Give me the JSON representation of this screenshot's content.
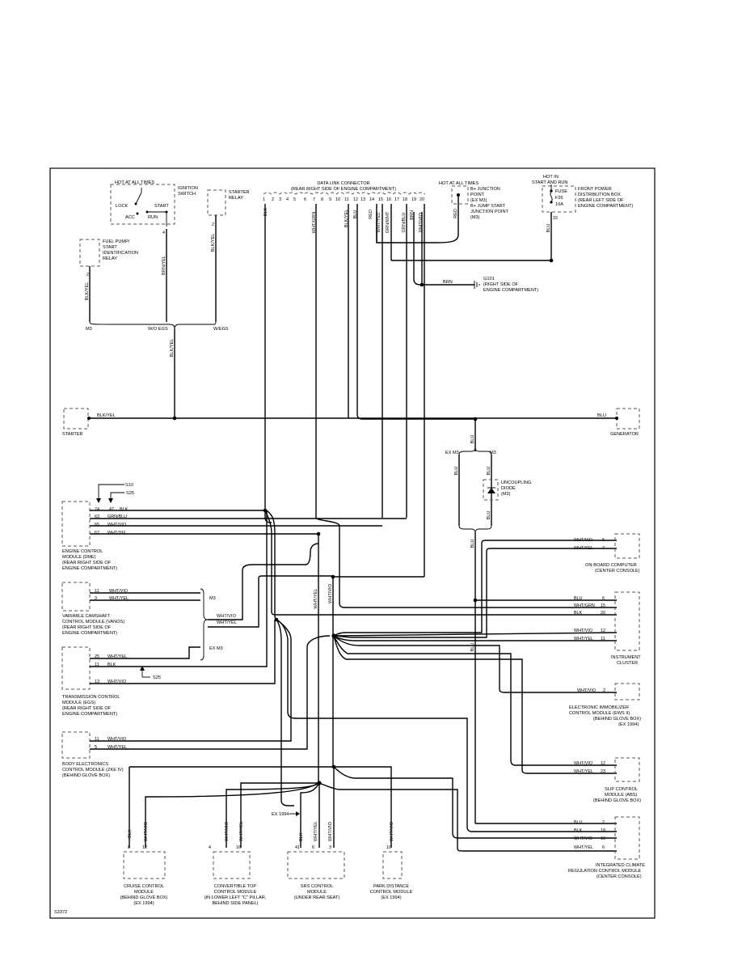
{
  "diagram": {
    "code": "S3372",
    "top": {
      "ignition": {
        "hot": "HOT AT ALL TIMES",
        "name": "IGNITION",
        "name2": "SWITCH",
        "lock": "LOCK",
        "acc": "ACC",
        "start": "START",
        "run": "RUN",
        "pin": "4",
        "wire": "BRN/YEL"
      },
      "starter_relay": {
        "name": "STARTER",
        "name2": "RELAY",
        "pin": "2",
        "wire": "BLK/YEL"
      },
      "fuel_relay": {
        "l1": "FUEL PUMP/",
        "l2": "START",
        "l3": "IDENTIFICATION",
        "l4": "RELAY",
        "pin": "2",
        "wire": "BLK/YEL"
      },
      "dlc": {
        "l1": "DATA LINK CONNECTOR",
        "l2": "(REAR RIGHT SIDE OF ENGINE COMPARTMENT)",
        "pins": [
          "1",
          "2",
          "3",
          "4",
          "5",
          "6",
          "7",
          "8",
          "9",
          "10",
          "11",
          "12",
          "13",
          "14",
          "15",
          "16",
          "17",
          "18",
          "19",
          "20"
        ],
        "wires": {
          "p1": "BLK",
          "p7": "WHT/GRN",
          "p11": "BLK/YEL",
          "p12": "BLU",
          "p14": "RED",
          "p15": "WHT/YEL",
          "p16": "GRN/WHT",
          "p18": "GRN/BLU",
          "p19": "BRN",
          "p20": "WHT/VIO"
        }
      },
      "bplus": {
        "hot": "HOT AT ALL TIMES",
        "l1": "B+ JUNCTION",
        "l2": "POINT",
        "l3": "(EX M3)",
        "l4": "B+ JUMP START",
        "l5": "JUNCTION POINT",
        "l6": "(M3)",
        "wire": "RED"
      },
      "fuse": {
        "hot1": "HOT IN",
        "hot2": "START AND RUN",
        "f1": "FUSE",
        "f2": "F26",
        "f3": "10A",
        "l1": "FRONT POWER",
        "l2": "DISTRIBUTION BOX",
        "l3": "(REAR LEFT SIDE OF",
        "l4": "ENGINE COMPARTMENT)",
        "pin": "15",
        "wire": "BLU"
      },
      "ground": {
        "wire": "BRN",
        "l1": "G101",
        "l2": "(RIGHT SIDE OF",
        "l3": "ENGINE COMPARTMENT)"
      },
      "split": {
        "m3": "M3",
        "woegs": "W/O EGS",
        "wegs": "W/EGS",
        "wire": "BLK/YEL"
      }
    },
    "starter": {
      "name": "STARTER",
      "wire": "BLK/YEL"
    },
    "generator": {
      "name": "GENERATOR",
      "wire": "BLU"
    },
    "diode": {
      "exm3": "EX M3",
      "m3": "M3",
      "w1": "BLU",
      "w2": "BLU",
      "w3": "BLU",
      "w4": "BLU",
      "w5": "BLU",
      "w6": "BLU",
      "l1": "UNCOUPLING",
      "l2": "DIODE",
      "l3": "(M3)"
    },
    "ecm": {
      "l1": "ENGINE CONTROL",
      "l2": "MODULE (DME)",
      "l3": "(REAR RIGHT SIDE OF",
      "l4": "ENGINE COMPARTMENT)",
      "s10": "S10",
      "s25": "S25",
      "pins": [
        {
          "p": "74",
          "p2": "47",
          "w": "BLK"
        },
        {
          "p": "63",
          "w": "GRN/BLU"
        },
        {
          "p": "65",
          "w": "WHT/VIO"
        },
        {
          "p": "67",
          "w": "WHT/YEL"
        }
      ]
    },
    "vanos": {
      "l1": "VARIABLE CAMSHAFT",
      "l2": "CONTROL MODULE (VANOS)",
      "l3": "(REAR RIGHT SIDE OF",
      "l4": "ENGINE COMPARTMENT)",
      "pins": [
        {
          "p": "11",
          "w": "WHT/VIO"
        },
        {
          "p": "3",
          "w": "WHT/YEL"
        }
      ],
      "m3": "M3",
      "exm3": "EX M3",
      "w1": "WHT/VIO",
      "w2": "WHT/YEL"
    },
    "tcm": {
      "l1": "TRANSMISSION CONTROL",
      "l2": "MODULE (EGS)",
      "l3": "(REAR RIGHT SIDE OF",
      "l4": "ENGINE COMPARTMENT)",
      "s25": "S25",
      "pins": [
        {
          "p": "25",
          "w": "WHT/YEL"
        },
        {
          "p": "11",
          "w": "BLK"
        },
        {
          "p": "13",
          "w": "WHT/VIO"
        }
      ]
    },
    "zke": {
      "l1": "BODY ELECTRONICS",
      "l2": "CONTROL MODULE (ZKE IV)",
      "l3": "(BEHIND GLOVE BOX)",
      "pins": [
        {
          "p": "11",
          "w": "WHT/VIO"
        },
        {
          "p": "5",
          "w": "WHT/YEL"
        }
      ]
    },
    "mid_wires": {
      "a": "WHT/YEL",
      "b": "WHT/VIO"
    },
    "obc": {
      "l1": "ON-BOARD COMPUTER",
      "l2": "(CENTER CONSOLE)",
      "pins": [
        {
          "p": "5",
          "w": "WHT/VIO"
        },
        {
          "p": "7",
          "w": "WHT/YEL"
        }
      ]
    },
    "cluster": {
      "l1": "INSTRUMENT",
      "l2": "CLUSTER",
      "pins": [
        {
          "p": "6",
          "w": "BLU"
        },
        {
          "p": "15",
          "w": "WHT/GRN"
        },
        {
          "p": "20",
          "w": "BLK"
        },
        {
          "p": "12",
          "w": "WHT/VIO"
        },
        {
          "p": "11",
          "w": "WHT/YEL"
        }
      ]
    },
    "ews": {
      "l1": "ELECTRONIC IMMOBILIZER",
      "l2": "CONTROL MODULE (EWS II)",
      "l3": "(BEHIND GLOVE BOX)",
      "l4": "(EX 1994)",
      "pin": "2",
      "w": "WHT/VIO"
    },
    "abs": {
      "l1": "SLIP CONTROL",
      "l2": "MODULE (ABS)",
      "l3": "(BEHIND GLOVE BOX)",
      "pins": [
        {
          "p": "12",
          "w": "WHT/VIO"
        },
        {
          "p": "23",
          "w": "WHT/YEL"
        }
      ]
    },
    "ihka": {
      "l1": "INTEGRATED CLIMATE",
      "l2": "REGULATION CONTROL MODULE",
      "l3": "(CENTER CONSOLE)",
      "pins": [
        {
          "p": "2",
          "w": "BLU"
        },
        {
          "p": "18",
          "w": "BLK"
        },
        {
          "p": "16",
          "w": "WHT/VIO"
        },
        {
          "p": "6",
          "w": "WHT/YEL"
        }
      ]
    },
    "bottom": {
      "ex1994": "EX 1994",
      "cruise": {
        "l1": "CRUISE CONTROL",
        "l2": "MODULE",
        "l3": "(BEHIND GLOVE BOX)",
        "l4": "(EX 1994)",
        "p1": "8",
        "p2": "12",
        "w1": "BLK",
        "w2": "WHT/VIO"
      },
      "conv": {
        "l1": "CONVERTIBLE TOP",
        "l2": "CONTROL MODULE",
        "l3": "(IN LOWER LEFT \"C\" PILLAR,",
        "l4": "BEHIND SIDE PANEL)",
        "p1": "4",
        "p2": "16",
        "w1": "WHT/VIO",
        "w2": "WHT/YEL"
      },
      "srs": {
        "l1": "SRS CONTROL",
        "l2": "MODULE",
        "l3": "(UNDER REAR SEAT)",
        "p1": "41",
        "p2": "6",
        "p3": "3",
        "w1": "BLK",
        "w2": "WHT/YEL",
        "w3": "WHT/VIO"
      },
      "pdc": {
        "l1": "PARK DISTANCE",
        "l2": "CONTROL MODULE",
        "l3": "(EX 1994)",
        "p1": "10",
        "w1": "WHT/VIO"
      }
    }
  }
}
